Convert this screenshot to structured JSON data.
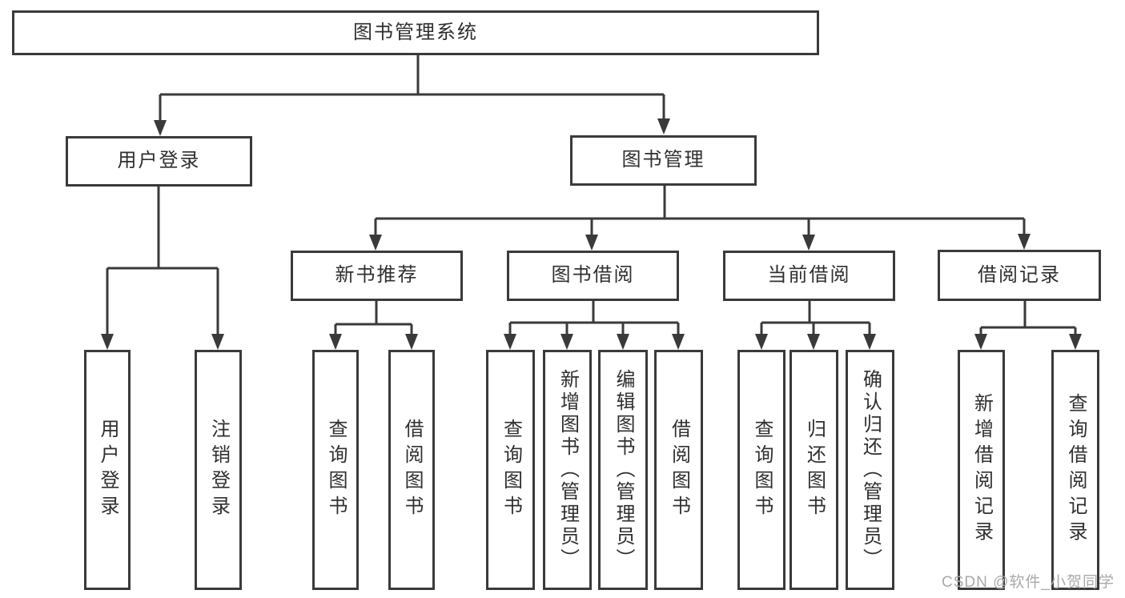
{
  "diagram": {
    "root_label": "图书管理系统",
    "level2": [
      {
        "id": "user-login",
        "label": "用户登录",
        "children": [
          {
            "label": "用户登录"
          },
          {
            "label": "注销登录"
          }
        ]
      },
      {
        "id": "book-management",
        "label": "图书管理",
        "sections": [
          {
            "label": "新书推荐",
            "children": [
              {
                "label": "查询图书"
              },
              {
                "label": "借阅图书"
              }
            ]
          },
          {
            "label": "图书借阅",
            "children": [
              {
                "label": "查询图书"
              },
              {
                "label": "新增图书（管理员）"
              },
              {
                "label": "编辑图书（管理员）"
              },
              {
                "label": "借阅图书"
              }
            ]
          },
          {
            "label": "当前借阅",
            "children": [
              {
                "label": "查询图书"
              },
              {
                "label": "归还图书"
              },
              {
                "label": "确认归还（管理员）"
              }
            ]
          },
          {
            "label": "借阅记录",
            "children": [
              {
                "label": "新增借阅记录"
              },
              {
                "label": "查询借阅记录"
              }
            ]
          }
        ]
      }
    ]
  },
  "watermark": {
    "text": "CSDN @软件_小贺同学"
  },
  "colors": {
    "line": "#3a3a3a",
    "box_border": "#3a3a3a",
    "text": "#2f2f2f",
    "watermark": "#a9a9a9",
    "background": "#ffffff"
  }
}
